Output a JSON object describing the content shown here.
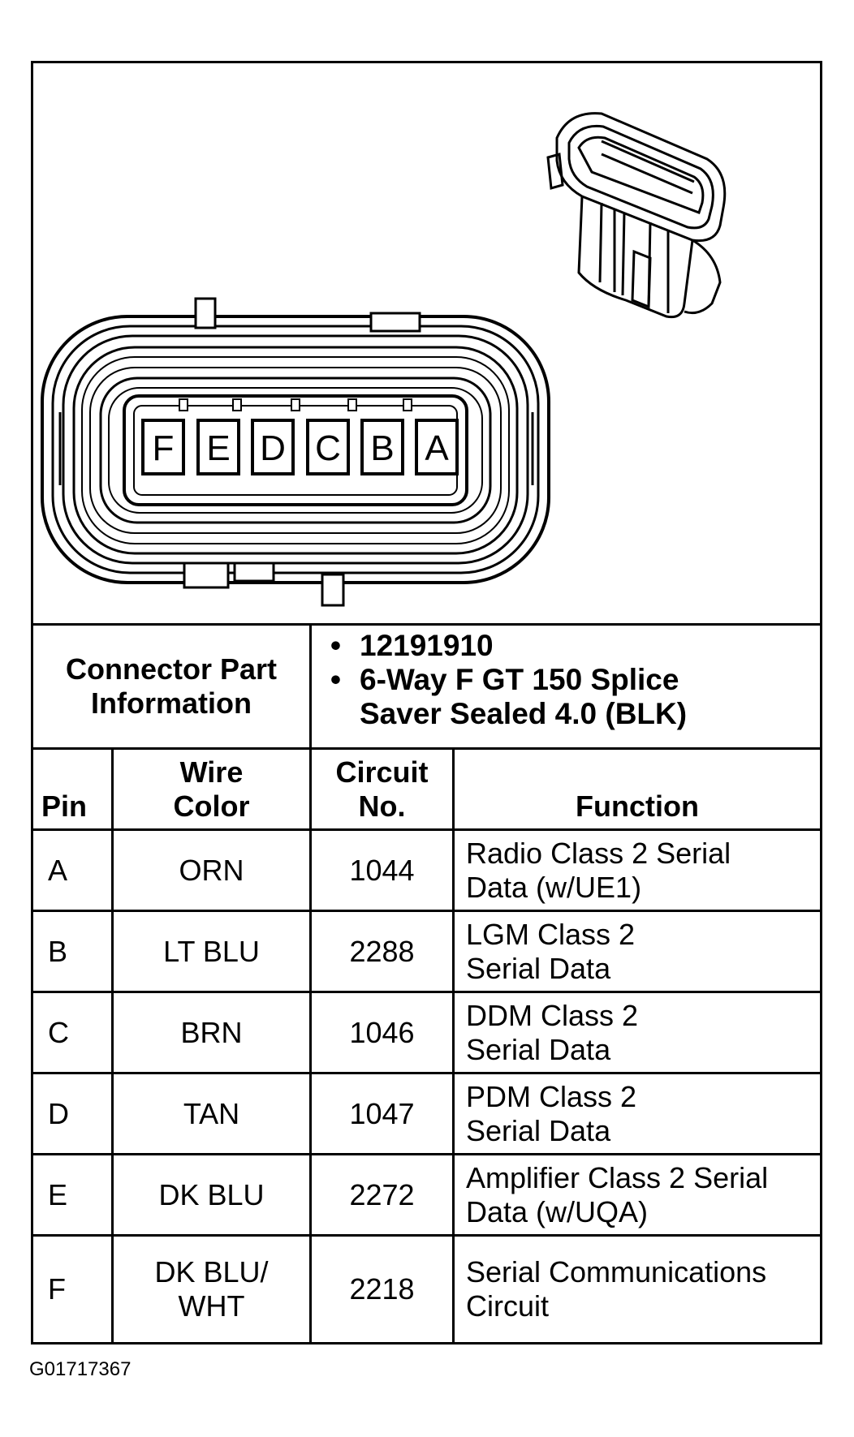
{
  "connector": {
    "pin_letters": [
      "F",
      "E",
      "D",
      "C",
      "B",
      "A"
    ]
  },
  "part_info": {
    "label_line1": "Connector Part",
    "label_line2": "Information",
    "bullet1": "12191910",
    "bullet2_line1": "6-Way F GT 150 Splice",
    "bullet2_line2": "Saver Sealed 4.0 (BLK)"
  },
  "table": {
    "headers": {
      "pin": "Pin",
      "wire_color_line1": "Wire",
      "wire_color_line2": "Color",
      "circuit_line1": "Circuit",
      "circuit_line2": "No.",
      "function": "Function"
    },
    "rows": [
      {
        "pin": "A",
        "color_line1": "ORN",
        "color_line2": "",
        "circuit": "1044",
        "func_line1": "Radio Class 2 Serial",
        "func_line2": "Data (w/UE1)"
      },
      {
        "pin": "B",
        "color_line1": "LT BLU",
        "color_line2": "",
        "circuit": "2288",
        "func_line1": "LGM Class 2",
        "func_line2": "Serial Data"
      },
      {
        "pin": "C",
        "color_line1": "BRN",
        "color_line2": "",
        "circuit": "1046",
        "func_line1": "DDM Class 2",
        "func_line2": "Serial Data"
      },
      {
        "pin": "D",
        "color_line1": "TAN",
        "color_line2": "",
        "circuit": "1047",
        "func_line1": "PDM Class 2",
        "func_line2": "Serial Data"
      },
      {
        "pin": "E",
        "color_line1": "DK BLU",
        "color_line2": "",
        "circuit": "2272",
        "func_line1": "Amplifier Class 2 Serial",
        "func_line2": "Data (w/UQA)"
      },
      {
        "pin": "F",
        "color_line1": "DK BLU/",
        "color_line2": "WHT",
        "circuit": "2218",
        "func_line1": "Serial Communications",
        "func_line2": "Circuit"
      }
    ]
  },
  "footer": {
    "diagram_id": "G01717367"
  }
}
